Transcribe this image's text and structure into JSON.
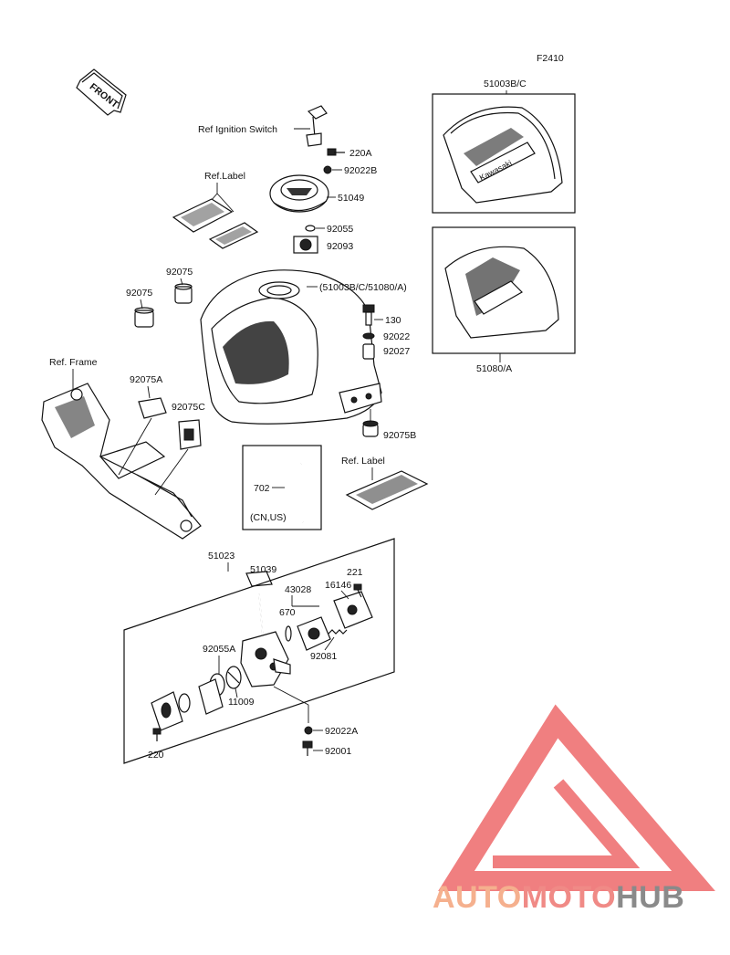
{
  "figure_code": "F2410",
  "front_tag": "FRONT",
  "labels": {
    "ign": "Ref Ignition Switch",
    "p220A": "220A",
    "p92022B": "92022B",
    "reflabel1": "Ref.Label",
    "p51049": "51049",
    "p92055": "92055",
    "p92093": "92093",
    "p92075a": "92075",
    "p92075b": "92075",
    "tank": "(51003B/C/51080/A)",
    "p130": "130",
    "p92022": "92022",
    "p92027": "92027",
    "refframe": "Ref. Frame",
    "p92075A": "92075A",
    "p92075C": "92075C",
    "p92075B": "92075B",
    "p702": "702",
    "cnus": "(CN,US)",
    "reflabel2": "Ref. Label",
    "p51003BC": "51003B/C",
    "p51080A": "51080/A",
    "p51023": "51023",
    "p51039": "51039",
    "p43028": "43028",
    "p16146": "16146",
    "p221": "221",
    "p670": "670",
    "p92081": "92081",
    "p92055A": "92055A",
    "p11009": "11009",
    "p92022A": "92022A",
    "p92001": "92001",
    "p220": "220"
  },
  "watermark": {
    "part1": "AUTO",
    "part2": "MOTO",
    "part3": "HUB",
    "color1": "#f5b08e",
    "color2": "#f08a86",
    "color3": "#8a8a8a",
    "triangle_color": "#f07f80"
  }
}
